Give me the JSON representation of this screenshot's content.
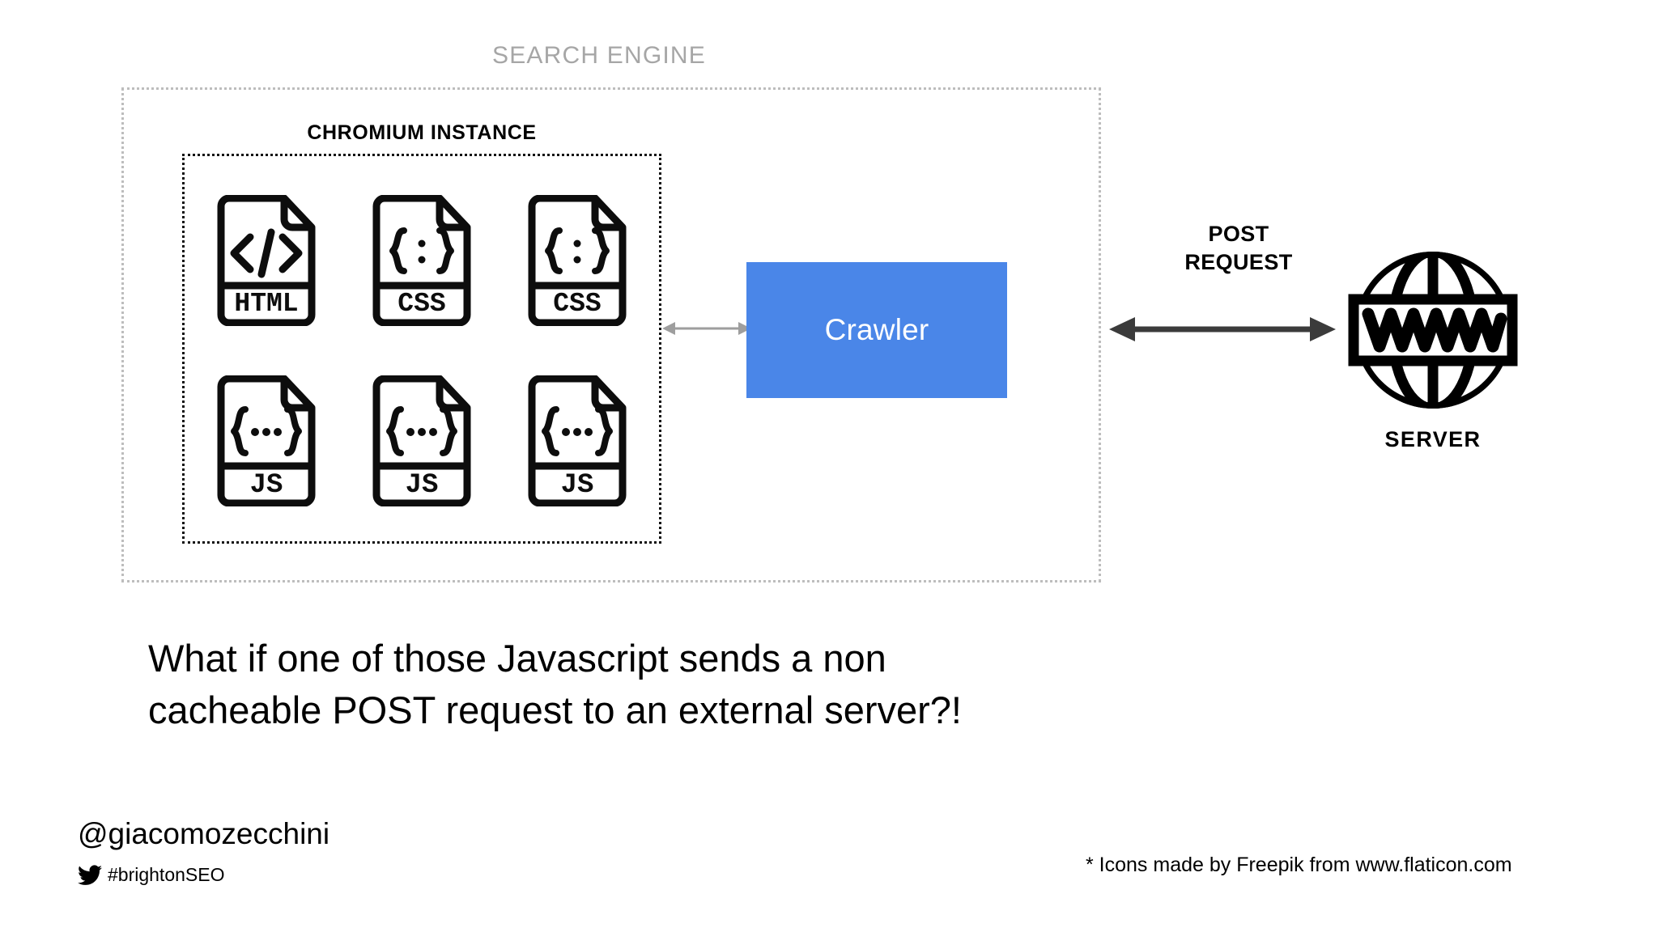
{
  "diagram": {
    "outer_container": {
      "title": "SEARCH ENGINE",
      "title_color": "#a6a6a6",
      "border_style": "dotted",
      "border_color": "#bdbdbd"
    },
    "inner_container": {
      "title": "CHROMIUM INSTANCE",
      "border_style": "dotted",
      "border_color": "#111111"
    },
    "files": [
      {
        "type": "HTML",
        "label": "HTML",
        "glyph": "</>",
        "icon": "html-file-icon"
      },
      {
        "type": "CSS",
        "label": "CSS",
        "glyph": "{ : }",
        "icon": "css-file-icon"
      },
      {
        "type": "CSS",
        "label": "CSS",
        "glyph": "{ : }",
        "icon": "css-file-icon"
      },
      {
        "type": "JS",
        "label": "JS",
        "glyph": "{···}",
        "icon": "js-file-icon"
      },
      {
        "type": "JS",
        "label": "JS",
        "glyph": "{···}",
        "icon": "js-file-icon"
      },
      {
        "type": "JS",
        "label": "JS",
        "glyph": "{···}",
        "icon": "js-file-icon"
      }
    ],
    "crawler": {
      "label": "Crawler",
      "fill_color": "#4a86e8",
      "text_color": "#ffffff"
    },
    "connectors": [
      {
        "name": "files-to-crawler",
        "direction": "bidirectional",
        "color": "#9e9e9e",
        "label": ""
      },
      {
        "name": "crawler-to-server",
        "direction": "bidirectional",
        "color": "#3b3b3b",
        "label": "POST\nREQUEST"
      }
    ],
    "post_request": {
      "line1": "POST",
      "line2": "REQUEST"
    },
    "server": {
      "label": "SERVER",
      "icon": "globe-www-icon",
      "icon_text": "WWW"
    }
  },
  "headline": {
    "line1": "What if one of those Javascript sends a non",
    "line2": "cacheable POST request to an external server?!"
  },
  "footer": {
    "handle": "@giacomozecchini",
    "hashtag": "#brightonSEO",
    "twitter_icon": "twitter-bird-icon",
    "attribution": "* Icons made by Freepik from www.flaticon.com"
  }
}
